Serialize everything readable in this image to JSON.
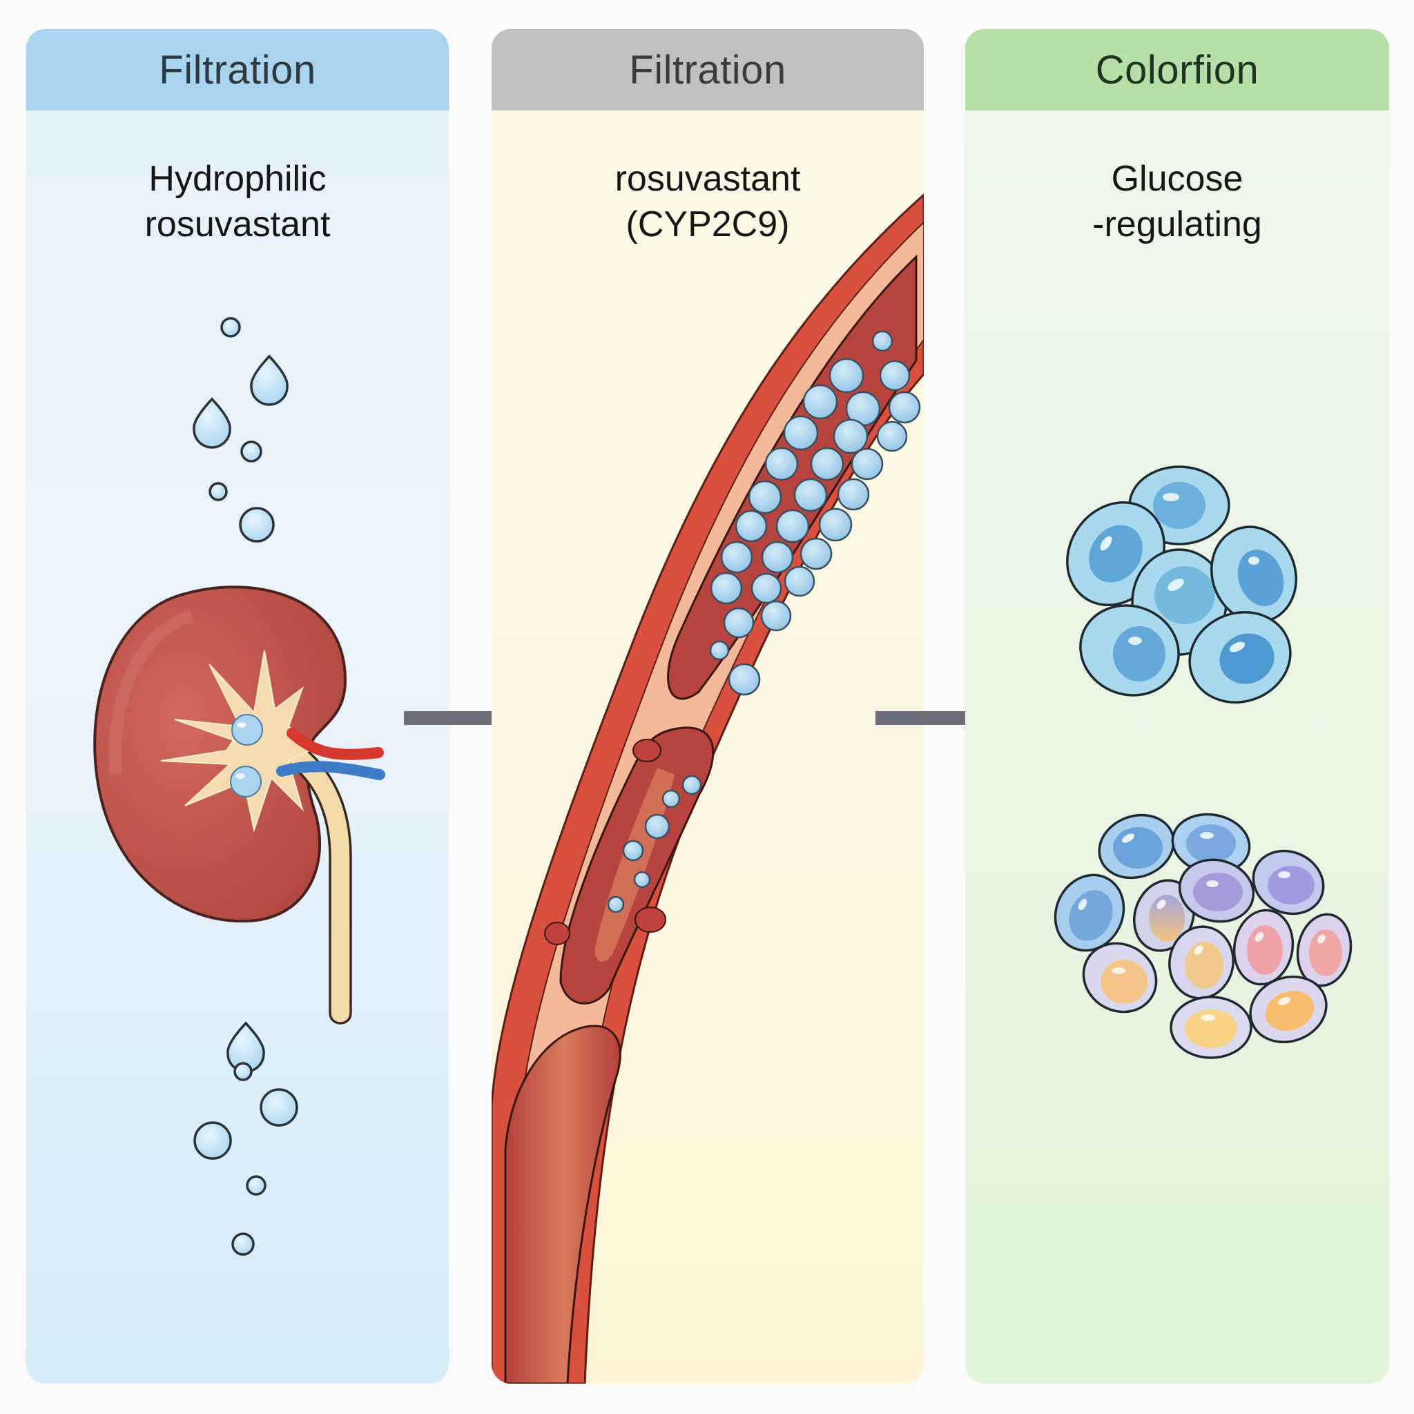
{
  "diagram": {
    "panels": [
      {
        "header": "Filtration",
        "subtitle_lines": [
          "Hydrophilic",
          "rosuvastant"
        ],
        "illustration": "kidney-with-droplets",
        "header_color": "#a9d3ee",
        "background_color": "#e5f1fa"
      },
      {
        "header": "Filtration",
        "subtitle_lines": [
          "rosuvastant",
          "(CYP2C9)"
        ],
        "illustration": "blood-vessel-with-particles",
        "header_color": "#bfc0c2",
        "background_color": "#fdf8e6"
      },
      {
        "header": "Colorfion",
        "subtitle_lines": [
          "Glucose",
          "-regulating"
        ],
        "illustration": "cell-clusters",
        "header_color": "#b4e0a8",
        "background_color": "#eef7e9"
      }
    ],
    "arrows": [
      {
        "from": "panel-1",
        "to": "panel-2",
        "icon": "arrow-right-icon"
      },
      {
        "from": "panel-2",
        "to": "panel-3",
        "icon": "arrow-right-icon"
      }
    ],
    "colors": {
      "arrow": "#6e6e78",
      "droplet_fill": "#bfe3f6",
      "kidney": "#c0584d",
      "vessel_wall": "#d9503f",
      "vessel_lumen": "#b8443f",
      "particle": "#a9d4ee",
      "cell_blue": "#a8d8ee",
      "cell_nucleus": "#6aaedb"
    }
  }
}
